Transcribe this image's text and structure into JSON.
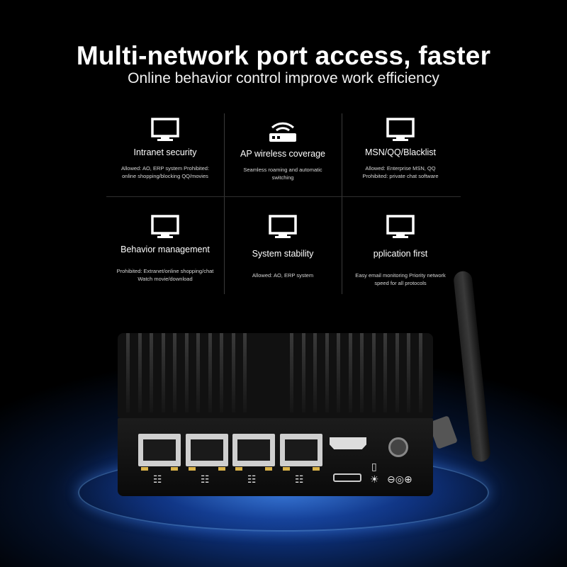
{
  "headline": "Multi-network port access, faster",
  "subline": "Online behavior control improve work efficiency",
  "features": [
    {
      "icon": "monitor-icon",
      "title": "Intranet security",
      "desc": "Allowed: AO, ERP system Prohibited:\nonline shopping/blocking QQ/movies"
    },
    {
      "icon": "router-icon",
      "title": "AP wireless coverage",
      "desc": "Seamless roaming and automatic\nswitching"
    },
    {
      "icon": "monitor-icon",
      "title": "MSN/QQ/Blacklist",
      "desc": "Allowed: Enterprise MSN, QQ\nProhibited: private chat software"
    },
    {
      "icon": "monitor-icon",
      "title": "Behavior management",
      "desc": "Prohibited: Extranet/online shopping/chat\nWatch movie/download"
    },
    {
      "icon": "monitor-icon",
      "title": "System stability",
      "desc": "Allowed: AO, ERP system"
    },
    {
      "icon": "monitor-icon",
      "title": "pplication first",
      "desc": "Easy email monitoring Priority network\nspeed for all protocols"
    }
  ]
}
